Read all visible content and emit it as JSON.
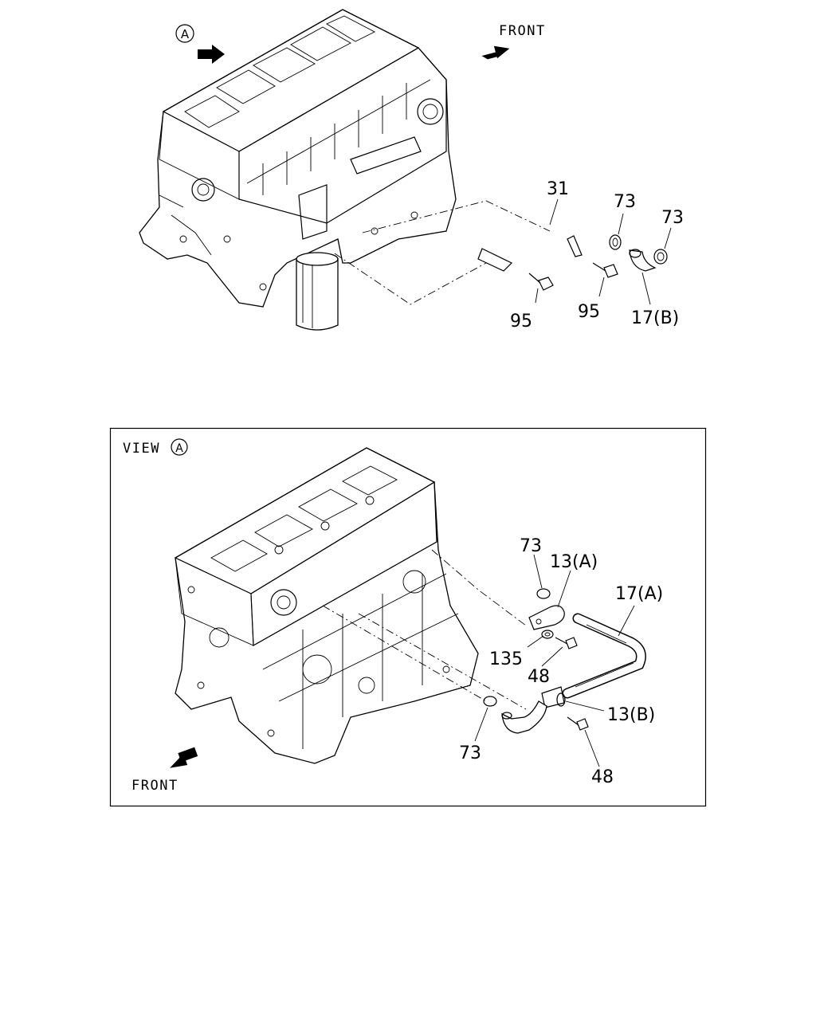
{
  "top_view": {
    "view_marker": "A",
    "front_label": "FRONT",
    "callouts": {
      "c31": "31",
      "c73a": "73",
      "c73b": "73",
      "c95a": "95",
      "c95b": "95",
      "c17b": "17(B)"
    }
  },
  "bottom_view": {
    "view_label": "VIEW",
    "view_marker": "A",
    "front_label": "FRONT",
    "callouts": {
      "c73a": "73",
      "c13a": "13(A)",
      "c17a": "17(A)",
      "c135": "135",
      "c48a": "48",
      "c13b": "13(B)",
      "c73b": "73",
      "c48b": "48"
    }
  }
}
